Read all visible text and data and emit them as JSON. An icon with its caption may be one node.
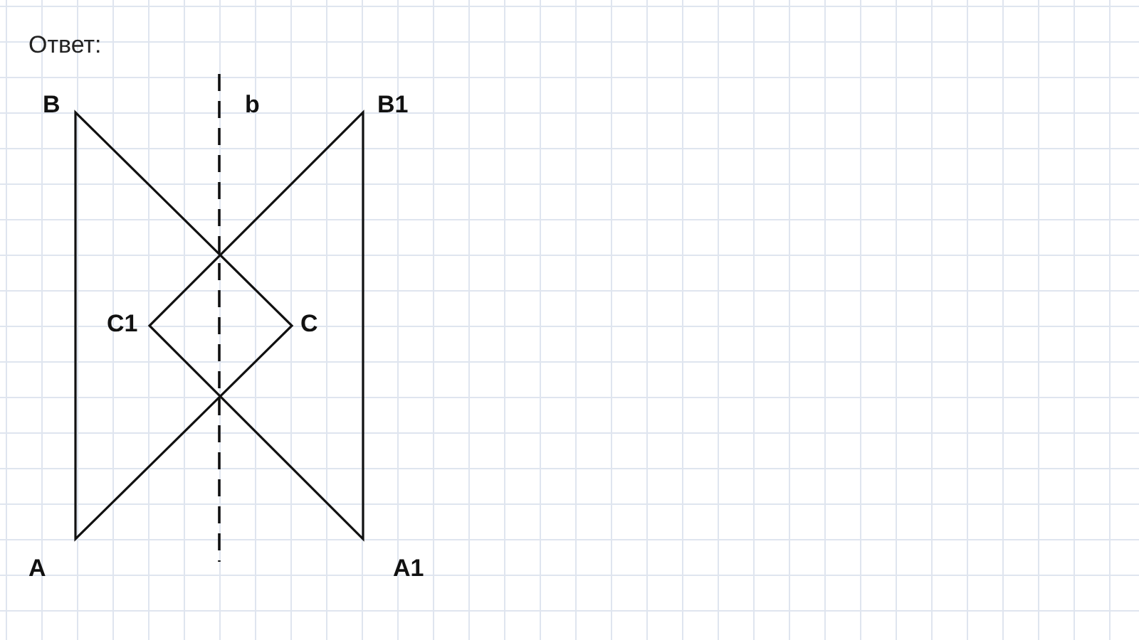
{
  "diagram": {
    "labels": [
      "Ответ:",
      "B",
      "b",
      "B1",
      "C1",
      "C",
      "A",
      "A1"
    ]
  }
}
